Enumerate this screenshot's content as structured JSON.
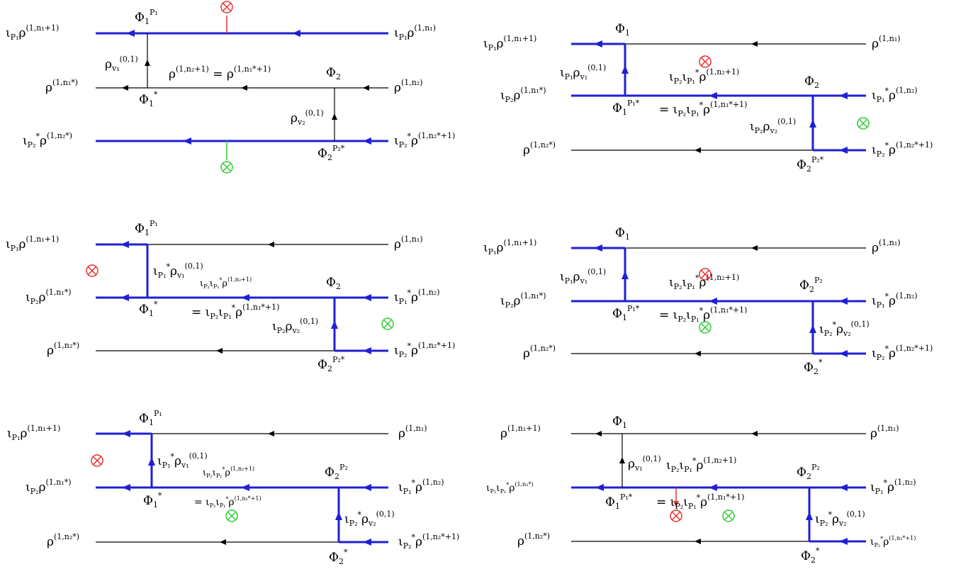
{
  "colors": {
    "thin": "#000000",
    "thick": "#1f1fd6",
    "red": "#e83030",
    "green": "#33cc33"
  },
  "panels": [
    {
      "lines": [
        {
          "dir": "left",
          "thick": true
        },
        {
          "dir": "left",
          "thick": false
        },
        {
          "dir": "left",
          "thick": true
        }
      ],
      "labels": {
        "l0": "ι_P1 ρ^(1,n1+1)",
        "r0": "ι_P1 ρ^(1,n1)",
        "l1": "ρ^(1,n1*)",
        "r1": "ρ^(1,n2)",
        "l2": "ι*_P2 ρ^(1,n2*)",
        "r2": "ι*_P2 ρ^(1,n2*+1)",
        "v1": "Φ1^P1",
        "v1b": "Φ1*",
        "v2": "Φ2",
        "v2b": "Φ2^P2*",
        "e1": "ρ_v1^(0,1)",
        "e2": "ρ_v2^(0,1)",
        "mid": "ρ^(1,n2+1) = ρ^(1,n1*+1)"
      }
    }
  ],
  "legend": {
    "red_marker": "⊗",
    "green_marker": "⊗"
  }
}
